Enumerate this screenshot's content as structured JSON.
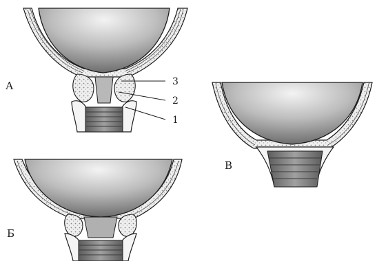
{
  "panels": {
    "a": {
      "label": "А"
    },
    "b": {
      "label": "Б"
    },
    "v": {
      "label": "В"
    }
  },
  "callouts": [
    "3",
    "2",
    "1"
  ],
  "colors": {
    "ink": "#1c1c1c",
    "fetal_head_dark": "#6e6e6e",
    "fetal_head_light": "#f1f1f1",
    "wall": "#e6e6e6",
    "canal": "#8a8a8a"
  }
}
